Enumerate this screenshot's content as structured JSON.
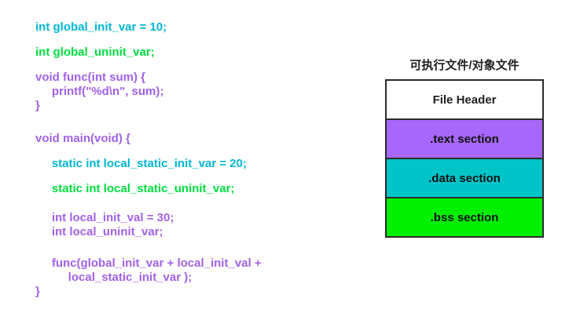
{
  "colors": {
    "background": "#ffffff",
    "data_cyan_text": "#00b6d4",
    "bss_green_text": "#00dd40",
    "text_purple_code": "#a262e6",
    "text_section_fill": "#a767fa",
    "data_section_fill": "#00c4c8",
    "bss_section_fill": "#00f000",
    "border_black": "#2b2b2b",
    "label_black": "#1f1f1f"
  },
  "code": {
    "paragraphs": [
      {
        "name": "global-init-var-declaration",
        "color": "#00b6d4",
        "gap": 0,
        "lines": [
          "int global_init_var = 10;"
        ]
      },
      {
        "name": "global-uninit-var-declaration",
        "color": "#00dd40",
        "gap": 14,
        "lines": [
          "int global_uninit_var;"
        ]
      },
      {
        "name": "func-definition",
        "color": "#a262e6",
        "gap": 14,
        "lines": [
          "void func(int sum) {",
          "     printf(\"%d\\n\", sum);",
          "}"
        ]
      },
      {
        "name": "main-definition-open",
        "color": "#a262e6",
        "gap": 24,
        "lines": [
          "void main(void) {"
        ]
      },
      {
        "name": "local-static-init-declaration",
        "color": "#00b6d4",
        "gap": 14,
        "lines": [
          "     static int local_static_init_var = 20;"
        ]
      },
      {
        "name": "local-static-uninit-declaration",
        "color": "#00dd40",
        "gap": 14,
        "lines": [
          "     static int local_static_uninit_var;"
        ]
      },
      {
        "name": "local-var-declarations",
        "color": "#a262e6",
        "gap": 19,
        "lines": [
          "     int local_init_val = 30;",
          "     int local_uninit_var;"
        ]
      },
      {
        "name": "func-call-and-close",
        "color": "#a262e6",
        "gap": 22,
        "lines": [
          "     func(global_init_var + local_init_val +",
          "          local_static_init_var );",
          "}"
        ]
      }
    ]
  },
  "diagram": {
    "title": "可执行文件/对象文件",
    "title_color": "#1f1f1f",
    "border_color": "#2b2b2b",
    "rows": [
      {
        "name": "file-header-row",
        "label": "File Header",
        "bg": "#ffffff",
        "text_color": "#1f1f1f"
      },
      {
        "name": "text-section-row",
        "label": ".text section",
        "bg": "#a767fa",
        "text_color": "#111111"
      },
      {
        "name": "data-section-row",
        "label": ".data section",
        "bg": "#00c4c8",
        "text_color": "#111111"
      },
      {
        "name": "bss-section-row",
        "label": ".bss section",
        "bg": "#00f000",
        "text_color": "#111111"
      }
    ]
  }
}
